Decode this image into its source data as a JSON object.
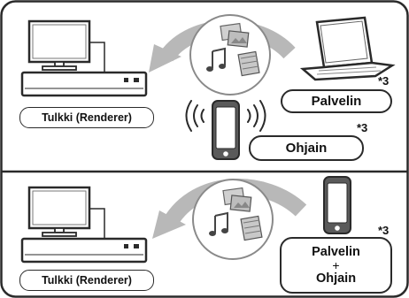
{
  "panel_top": {
    "player_label": "Tulkki (Renderer)",
    "server_label": "Palvelin",
    "server_note": "*3",
    "controller_label": "Ohjain",
    "controller_note": "*3"
  },
  "panel_bottom": {
    "player_label": "Tulkki (Renderer)",
    "server_controller_line1": "Palvelin",
    "server_controller_plus": "+",
    "server_controller_line2": "Ohjain",
    "note": "*3"
  },
  "icons": [
    "tv-icon",
    "player-icon",
    "photo-icon",
    "music-note-icon",
    "video-icon",
    "laptop-icon",
    "smartphone-icon",
    "wireless-signal-icon",
    "arrow-icon"
  ]
}
